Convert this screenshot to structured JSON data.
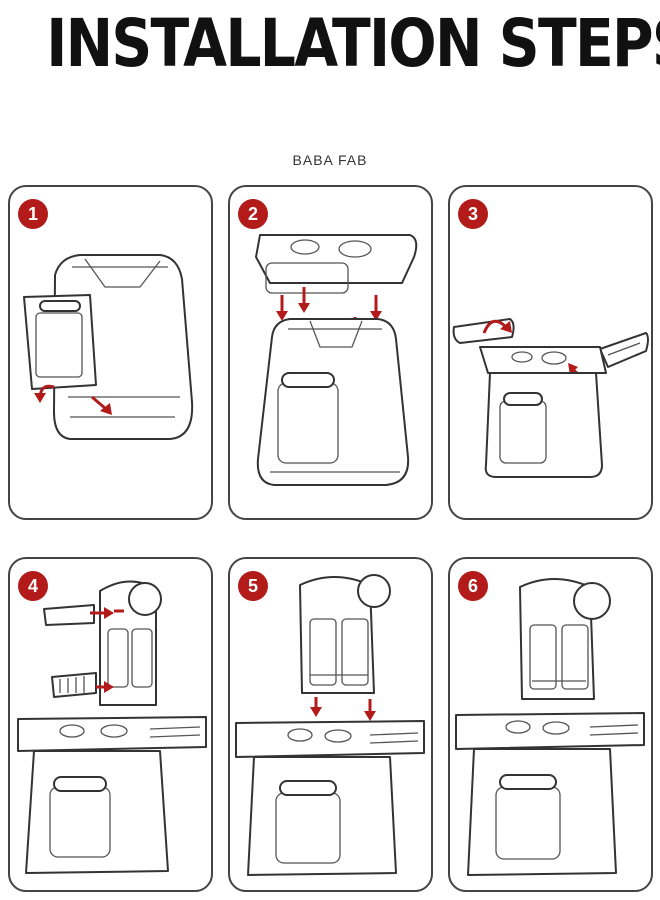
{
  "header": {
    "title": "INSTALLATION STEPS",
    "brand": "BABA FAB"
  },
  "steps": [
    {
      "number": "1"
    },
    {
      "number": "2"
    },
    {
      "number": "3"
    },
    {
      "number": "4"
    },
    {
      "number": "5"
    },
    {
      "number": "6"
    }
  ],
  "colors": {
    "badge": "#b31b1b",
    "arrow": "#b31b1b",
    "line": "#333333"
  }
}
